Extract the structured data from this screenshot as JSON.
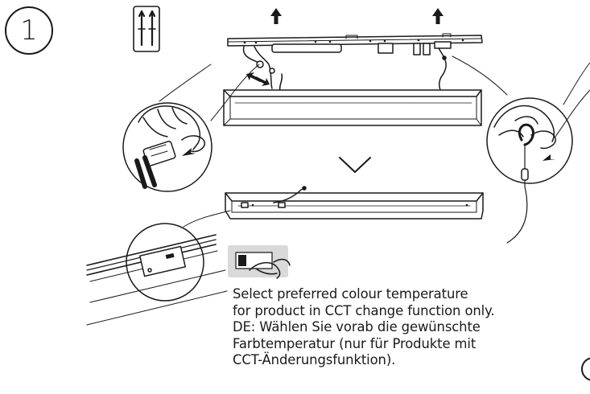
{
  "step": {
    "number": "1"
  },
  "instructions": {
    "lines": [
      "Select preferred colour temperature",
      "for product in CCT change function only.",
      "DE: Wählen Sie vorab die gewünschte",
      "Farbtemperatur (nur für Produkte mit",
      "CCT-Änderungsfunktion)."
    ]
  },
  "colors": {
    "ink": "#1a1a1a",
    "switch_panel": "#d9d9d9",
    "background": "#ffffff"
  }
}
